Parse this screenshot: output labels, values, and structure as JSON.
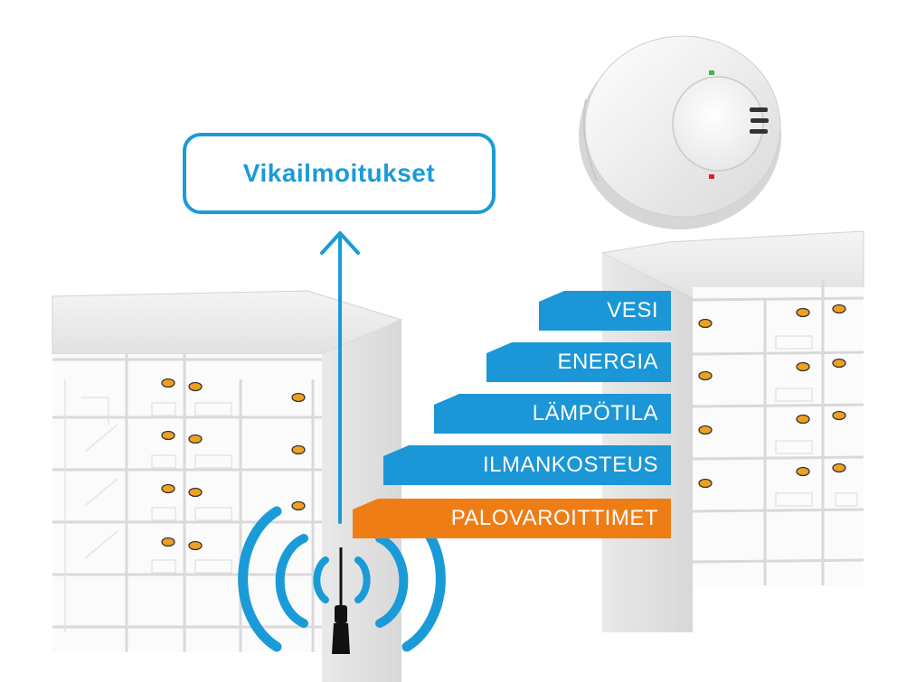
{
  "callout": {
    "label": "Vikailmoitukset"
  },
  "categories": [
    {
      "label": "VESI",
      "color": "#1b96d6"
    },
    {
      "label": "ENERGIA",
      "color": "#1b96d6"
    },
    {
      "label": "LÄMPÖTILA",
      "color": "#1b96d6"
    },
    {
      "label": "ILMANKOSTEUS",
      "color": "#1b96d6"
    },
    {
      "label": "PALOVAROITTIMET",
      "color": "#ef7d16"
    }
  ],
  "colors": {
    "accent": "#1a9bd7",
    "alarm": "#ef7d16",
    "sensor": "#f0a020"
  },
  "icons": {
    "gateway": "antenna-icon",
    "signal": "wireless-signal-icon",
    "product": "smoke-detector-icon",
    "arrow": "arrow-up-icon"
  }
}
